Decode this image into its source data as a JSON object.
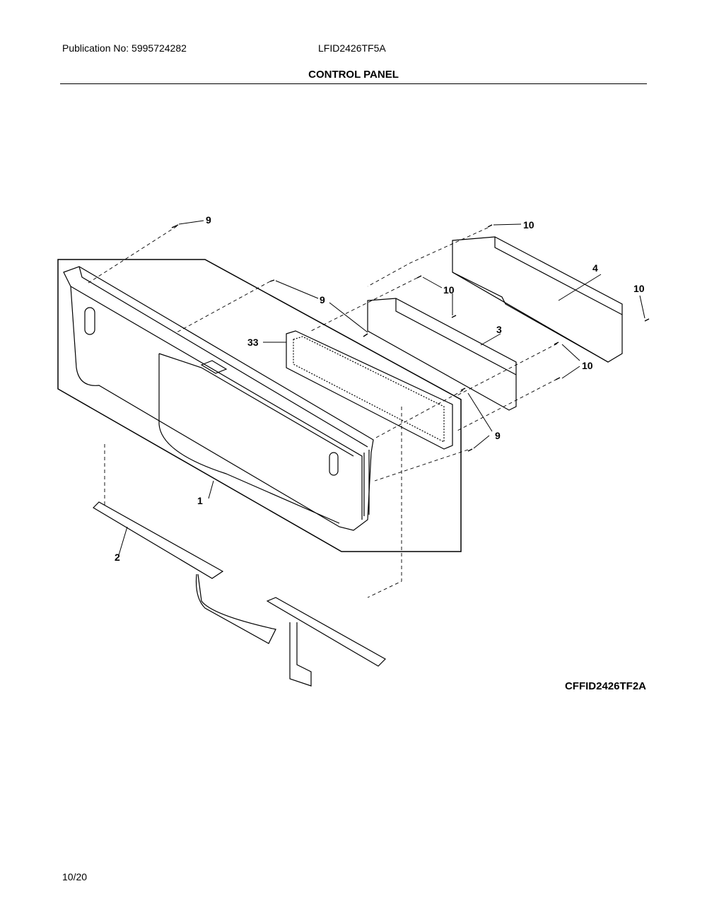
{
  "header": {
    "publication": "Publication No: 5995724282",
    "model": "LFID2426TF5A",
    "section_title": "CONTROL PANEL"
  },
  "callouts": {
    "c9a": "9",
    "c10a": "10",
    "c4": "4",
    "c10b": "10",
    "c9b": "9",
    "c10c": "10",
    "c33": "33",
    "c3": "3",
    "c10d": "10",
    "c9c": "9",
    "c1": "1",
    "c2": "2"
  },
  "figure_code": "CFFID2426TF2A",
  "footer": {
    "page": "10/20"
  }
}
